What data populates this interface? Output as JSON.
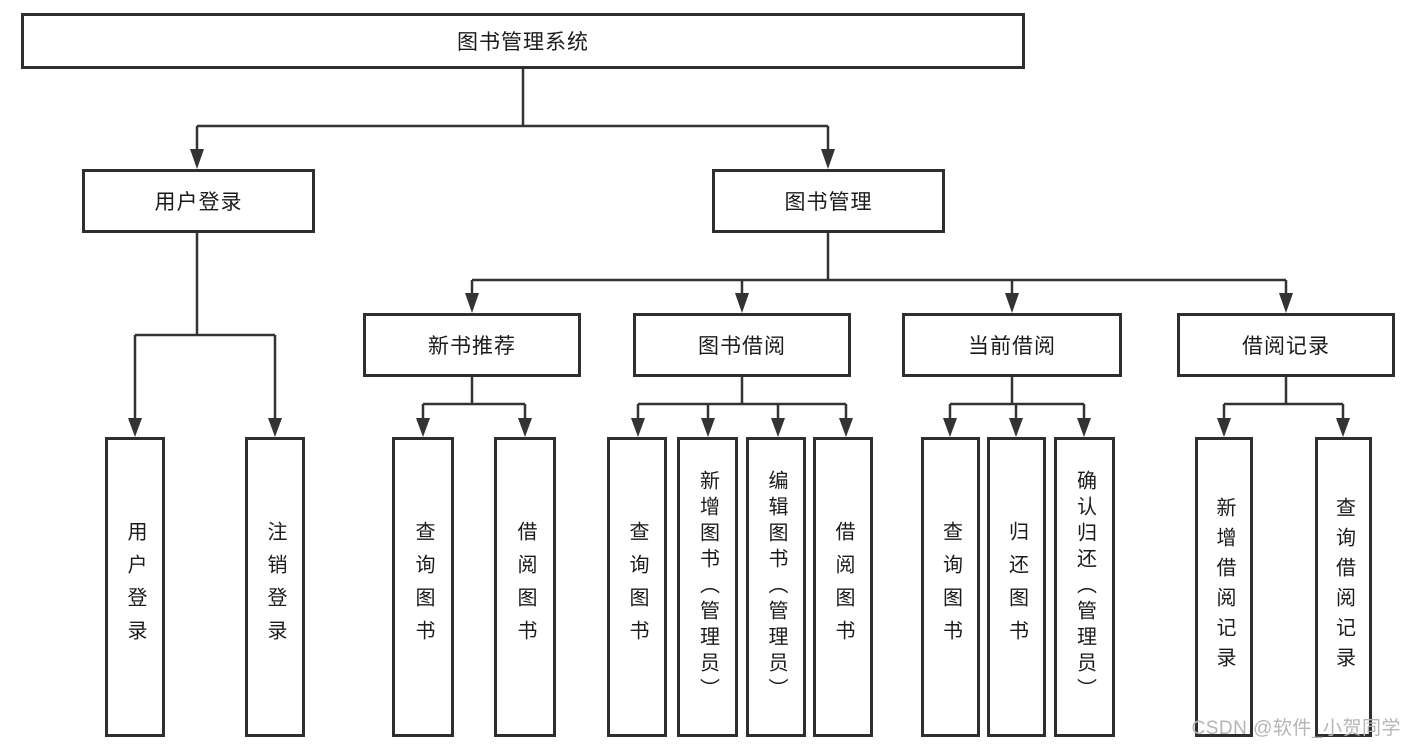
{
  "colors": {
    "line": "#333333",
    "box_border": "#2e2e2e",
    "box_fill": "#ffffff",
    "text": "#1b1b1b",
    "watermark": "#b5b5b5",
    "background": "#ffffff"
  },
  "watermark": {
    "text": "CSDN @软件_小贺同学"
  },
  "tree": {
    "root": {
      "label": "图书管理系统"
    },
    "branches": [
      {
        "label": "用户登录",
        "children": [
          {
            "label": "用户登录"
          },
          {
            "label": "注销登录"
          }
        ]
      },
      {
        "label": "图书管理",
        "children": [
          {
            "label": "新书推荐",
            "children": [
              {
                "label": "查询图书"
              },
              {
                "label": "借阅图书"
              }
            ]
          },
          {
            "label": "图书借阅",
            "children": [
              {
                "label": "查询图书"
              },
              {
                "label": "新增图书（管理员）"
              },
              {
                "label": "编辑图书（管理员）"
              },
              {
                "label": "借阅图书"
              }
            ]
          },
          {
            "label": "当前借阅",
            "children": [
              {
                "label": "查询图书"
              },
              {
                "label": "归还图书"
              },
              {
                "label": "确认归还（管理员）"
              }
            ]
          },
          {
            "label": "借阅记录",
            "children": [
              {
                "label": "新增借阅记录"
              },
              {
                "label": "查询借阅记录"
              }
            ]
          }
        ]
      }
    ]
  }
}
